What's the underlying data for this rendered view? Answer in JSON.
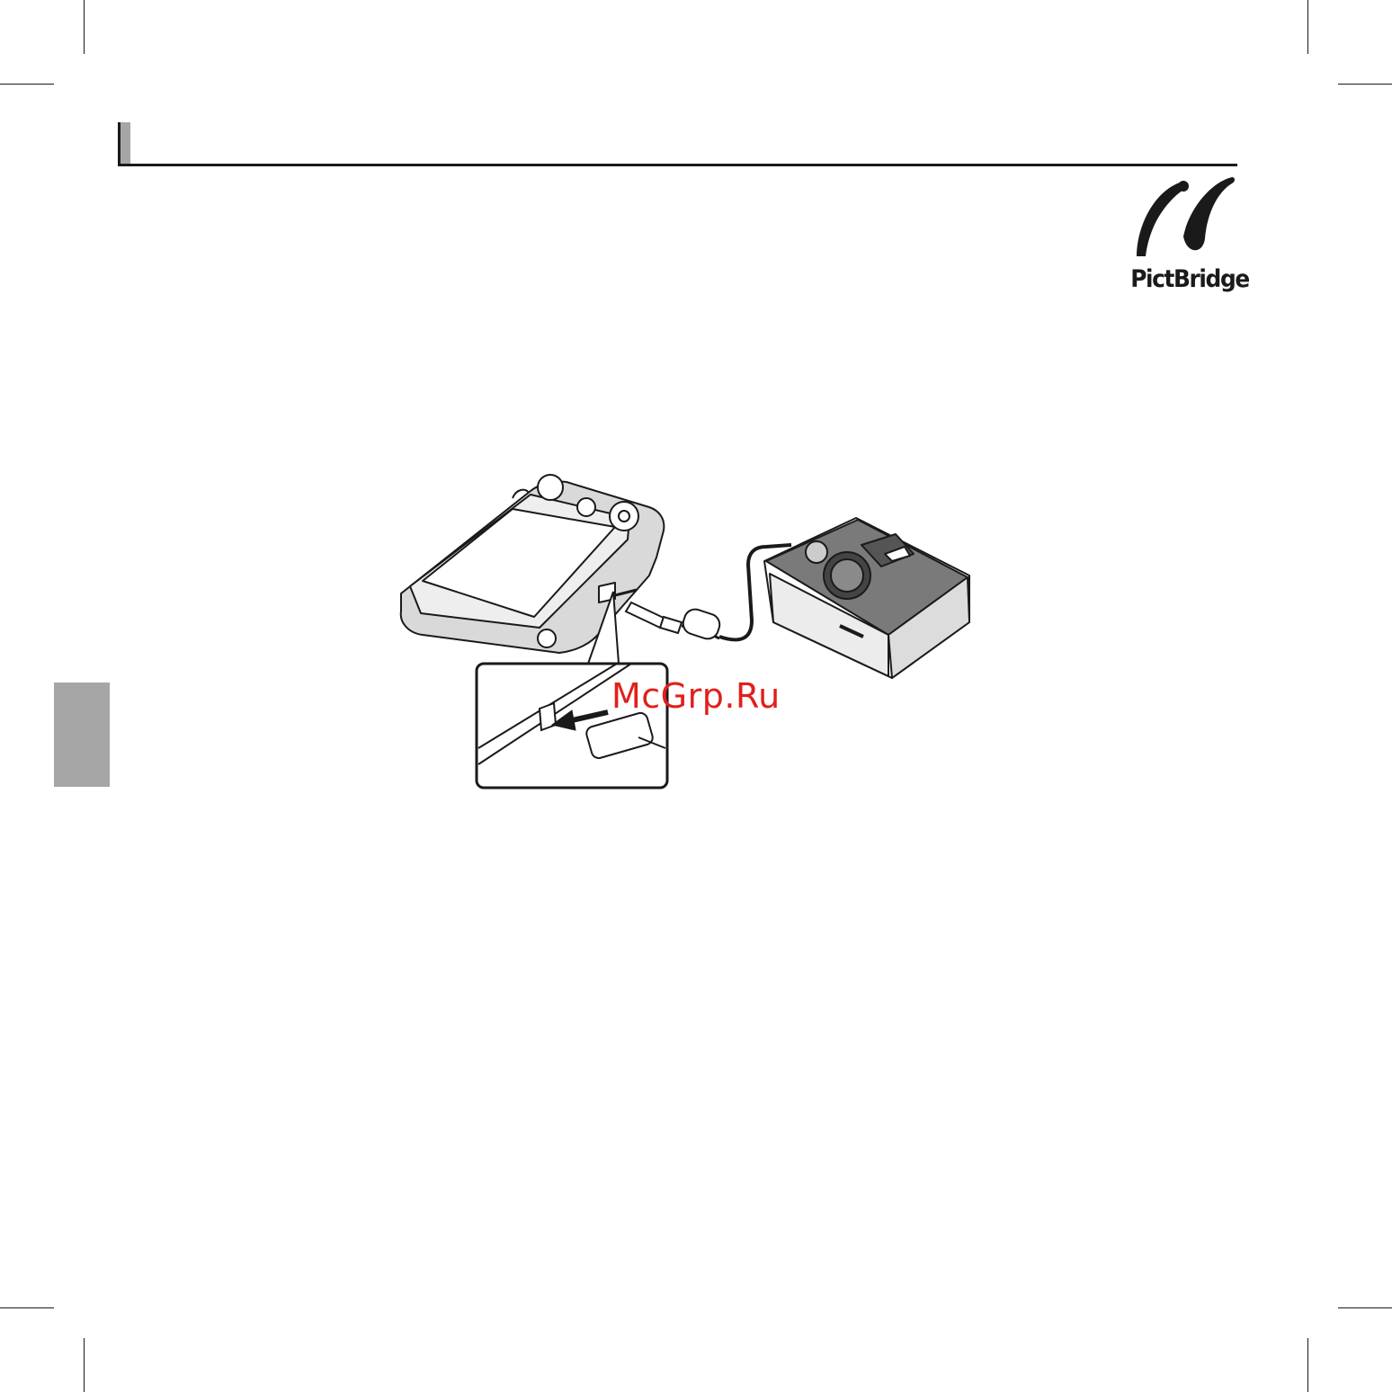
{
  "logo": {
    "text": "PictBridge",
    "icon": "pictbridge-logo-icon"
  },
  "illustration": {
    "icon": "camera-connected-to-printer-illustration"
  },
  "watermark": {
    "text": "McGrp.Ru",
    "color": "#e0201b"
  },
  "colors": {
    "tab_gray": "#a6a6a6",
    "ink": "#1a1a1a"
  }
}
